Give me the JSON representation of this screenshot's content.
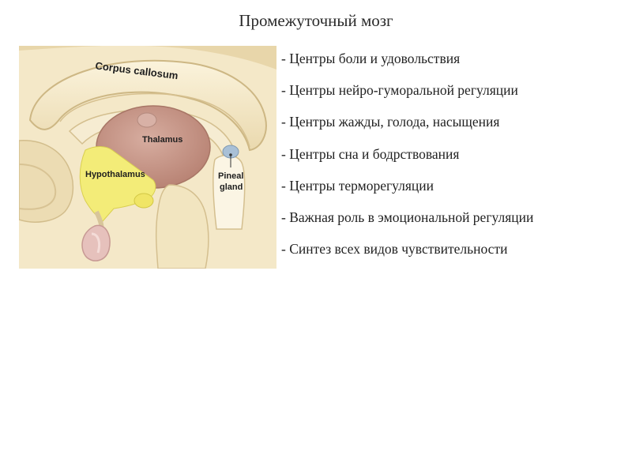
{
  "title": "Промежуточный мозг",
  "figure": {
    "labels": {
      "corpus_callosum": "Corpus callosum",
      "thalamus": "Thalamus",
      "hypothalamus": "Hypothalamus",
      "pineal_line1": "Pineal",
      "pineal_line2": "gland"
    },
    "colors": {
      "tissue": "#f4e8c8",
      "tissue_outline": "#d9c79e",
      "cortex_shadow": "#e6d2a4",
      "thalamus": "#c89a8a",
      "hypothalamus": "#f3ec78",
      "pituitary": "#e6c1bc",
      "pineal": "#a9c0d6"
    }
  },
  "bullets": [
    "- Центры боли и удовольствия",
    "- Центры нейро-гуморальной регуляции",
    "- Центры жажды, голода, насыщения",
    "- Центры сна и бодрствования",
    "- Центры терморегуляции",
    "- Важная роль в эмоциональной регуляции",
    "- Синтез всех видов чувствительности"
  ]
}
